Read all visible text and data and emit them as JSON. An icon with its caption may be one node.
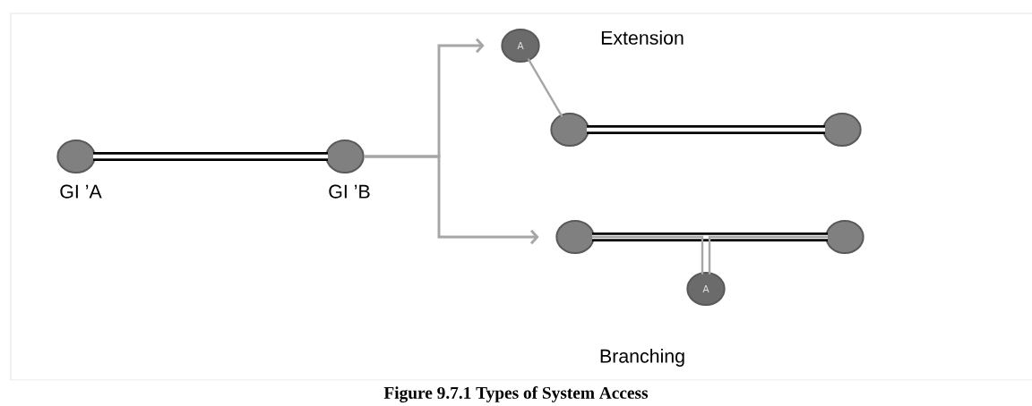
{
  "diagram": {
    "caption": "Figure 9.7.1    Types of System Access",
    "nodes": [
      {
        "text": [],
        "shape": "circle",
        "beside": [
          "GI ’A"
        ]
      },
      {
        "text": [],
        "shape": "circle",
        "beside": [
          "GI ’B"
        ]
      },
      {
        "text": [
          "A"
        ]
      },
      {
        "text": [],
        "shape": "circle"
      },
      {
        "text": [],
        "shape": "circle"
      },
      {
        "text": [],
        "shape": "circle"
      },
      {
        "text": [],
        "shape": "circle"
      },
      {
        "text": [
          "A"
        ]
      }
    ],
    "edges": [
      {
        "from": 0,
        "to": 1,
        "arrow": "none",
        "style": "thick",
        "color": "#000000"
      },
      {
        "from": 2,
        "to": 3,
        "arrow": "none",
        "color": "#a6a6a6"
      },
      {
        "from": 3,
        "to": 4,
        "arrow": "none",
        "style": "thick",
        "color": "#000000"
      },
      {
        "from": 5,
        "to": 6,
        "arrow": "none",
        "style": "thick",
        "color": "#000000"
      },
      {
        "from": 7,
        "to": 5,
        "arrow": "none",
        "color": "#a6a6a6"
      },
      {
        "from": 7,
        "to": 6,
        "arrow": "none",
        "color": "#a6a6a6"
      },
      {
        "from": 1,
        "to": 2,
        "arrow": "to",
        "color": "#a6a6a6"
      },
      {
        "from": 1,
        "to": 5,
        "arrow": "to",
        "color": "#a6a6a6"
      }
    ],
    "labels": [
      "Extension",
      "Branching"
    ]
  }
}
